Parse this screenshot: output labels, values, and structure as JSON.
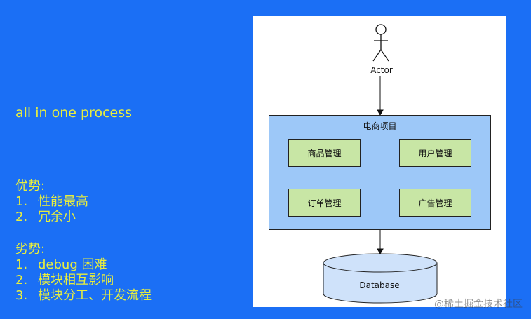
{
  "left_panel": {
    "heading": "all in one process",
    "pros": {
      "title": "优势:",
      "items": [
        {
          "num": "1.",
          "text": "性能最高"
        },
        {
          "num": "2.",
          "text": "冗余小"
        }
      ]
    },
    "cons": {
      "title": "劣势:",
      "items": [
        {
          "num": "1.",
          "text": "debug 困难"
        },
        {
          "num": "2.",
          "text": "模块相互影响"
        },
        {
          "num": "3.",
          "text": "模块分工、开发流程"
        }
      ]
    }
  },
  "diagram": {
    "actor_label": "Actor",
    "project_title": "电商项目",
    "modules": [
      "商品管理",
      "用户管理",
      "订单管理",
      "广告管理"
    ],
    "database_label": "Database"
  },
  "watermark": "@稀土掘金技术社区",
  "colors": {
    "background": "#1b6ff5",
    "text": "#e8ee3e",
    "project_fill": "#9dc8f8",
    "module_fill": "#c8e6a5",
    "database_fill": "#cfe2fa"
  }
}
